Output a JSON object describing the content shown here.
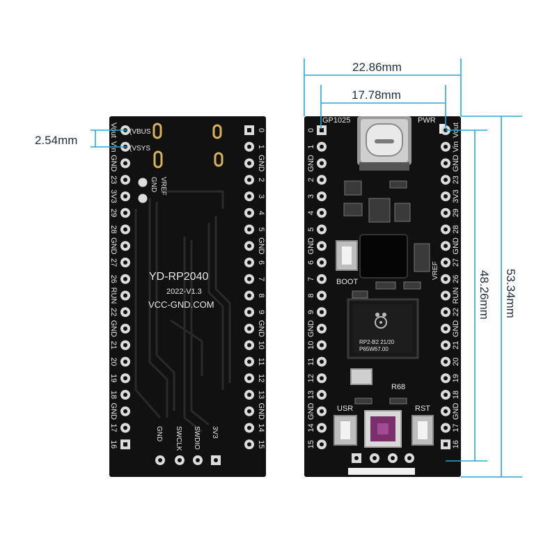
{
  "colors": {
    "board": "#111111",
    "silkscreen": "#e8e8e8",
    "pad": "#dcdcdc",
    "dimension_line": "#2aa7d6",
    "dimension_text": "#1f2d3a"
  },
  "dimensions": {
    "pin_pitch": "2.54mm",
    "board_width": "22.86mm",
    "row_spacing": "17.78mm",
    "pin_span": "48.26mm",
    "board_length": "53.34mm"
  },
  "back_board": {
    "vbus_label": "(VBUS",
    "vsys_label": "(VSYS",
    "left_pins": [
      "Vout",
      "Vin",
      "GND",
      "23",
      "3V3",
      "29",
      "28",
      "GND",
      "27",
      "26",
      "RUN",
      "22",
      "GND",
      "21",
      "20",
      "19",
      "18",
      "GND",
      "17",
      "16"
    ],
    "right_pins": [
      "0",
      "1",
      "GND",
      "2",
      "3",
      "4",
      "5",
      "GND",
      "6",
      "7",
      "8",
      "9",
      "GND",
      "10",
      "11",
      "12",
      "13",
      "GND",
      "14",
      "15"
    ],
    "inner_labels": [
      "GND",
      "VREF"
    ],
    "title": "YD-RP2040",
    "version": "2022-V1.3",
    "website": "VCC-GND.COM",
    "debug_pins": [
      "GND",
      "SWCLK",
      "SWDIO",
      "3V3"
    ]
  },
  "front_board": {
    "left_pins": [
      "0",
      "1",
      "GND",
      "2",
      "3",
      "4",
      "5",
      "GND",
      "6",
      "7",
      "8",
      "9",
      "GND",
      "10",
      "11",
      "12",
      "13",
      "GND",
      "14",
      "15"
    ],
    "right_pins": [
      "Vout",
      "Vin",
      "GND",
      "23",
      "3V3",
      "29",
      "28",
      "GND",
      "27",
      "26",
      "RUN",
      "22",
      "GND",
      "21",
      "20",
      "19",
      "18",
      "GND",
      "17",
      "16"
    ],
    "gp1025_label": "GP1025",
    "pwr_label": "PWR",
    "vref_label": "VREF",
    "boot_label": "BOOT",
    "chip_line1": "RP2-B2  21/20",
    "chip_line2": "P65W67.00",
    "r68_label": "R68",
    "usr_label": "USR",
    "rst_label": "RST"
  }
}
